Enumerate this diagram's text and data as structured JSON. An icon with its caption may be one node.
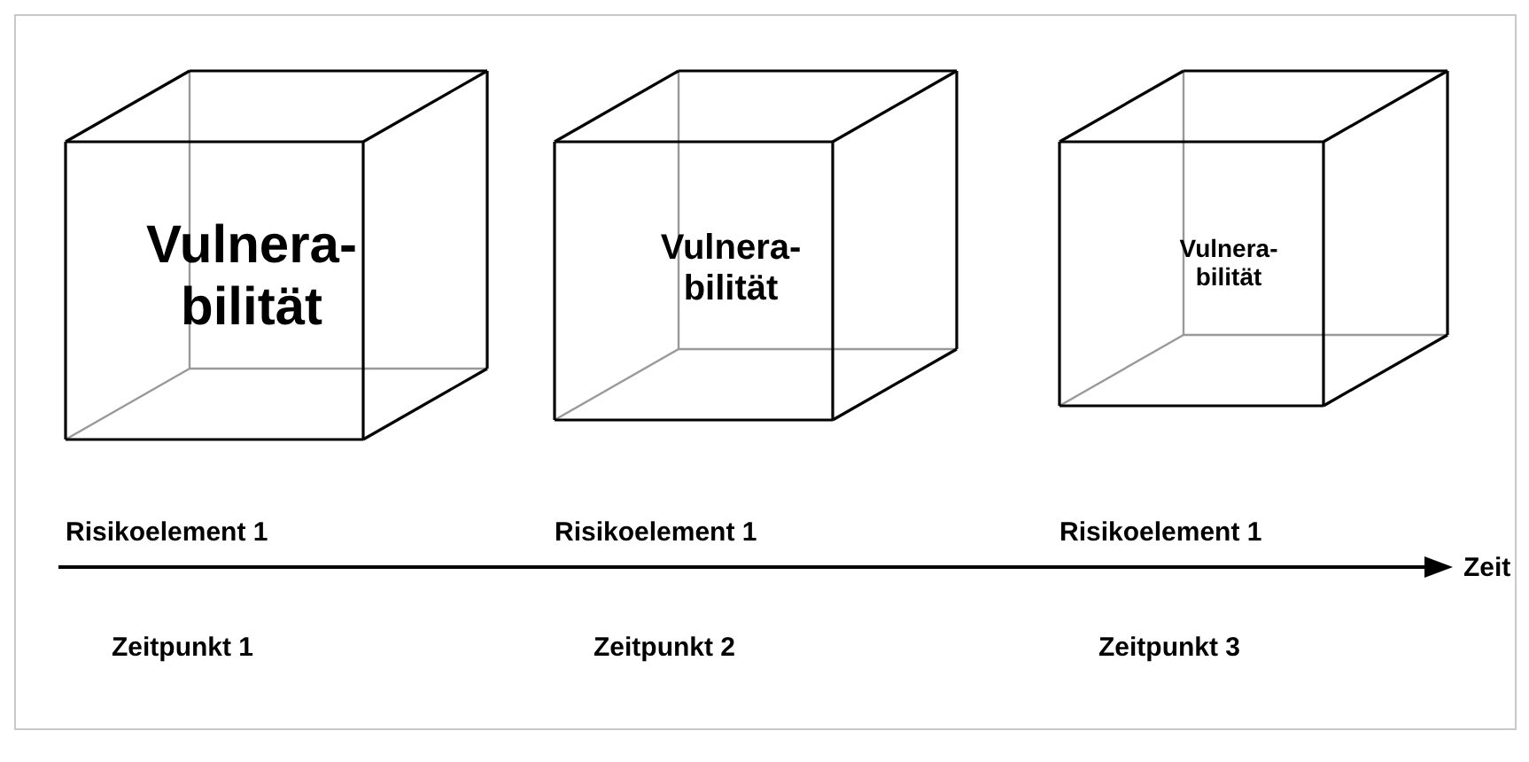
{
  "diagram": {
    "nodes": [
      {
        "text": [
          "Vulnera- bilität"
        ]
      },
      {
        "text": [
          "Vulnera- bilität"
        ]
      },
      {
        "text": [
          "Vulnera- bilität"
        ]
      }
    ],
    "edges": [],
    "labels": [
      "Risikoelement 1",
      "Risikoelement 1",
      "Risikoelement 1",
      "Zeit",
      "Zeitpunkt 1",
      "Zeitpunkt 2",
      "Zeitpunkt 3"
    ]
  }
}
